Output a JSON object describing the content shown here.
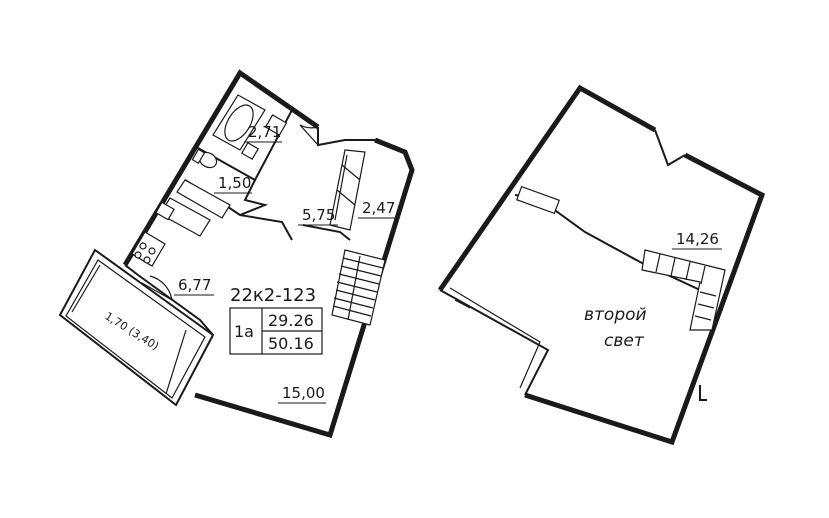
{
  "apartment": {
    "code": "22к2-123",
    "type": "1а",
    "living_area": "29.26",
    "total_area": "50.16"
  },
  "level_1": {
    "rooms": {
      "bathroom": "2,71",
      "wc": "1,50",
      "hall": "5,75",
      "storage": "2,47",
      "kitchen": "6,77",
      "living": "15,00"
    },
    "balcony": "1,70 (3,40)"
  },
  "level_2": {
    "room": "14,26",
    "double_height_line1": "второй",
    "double_height_line2": "свет"
  }
}
